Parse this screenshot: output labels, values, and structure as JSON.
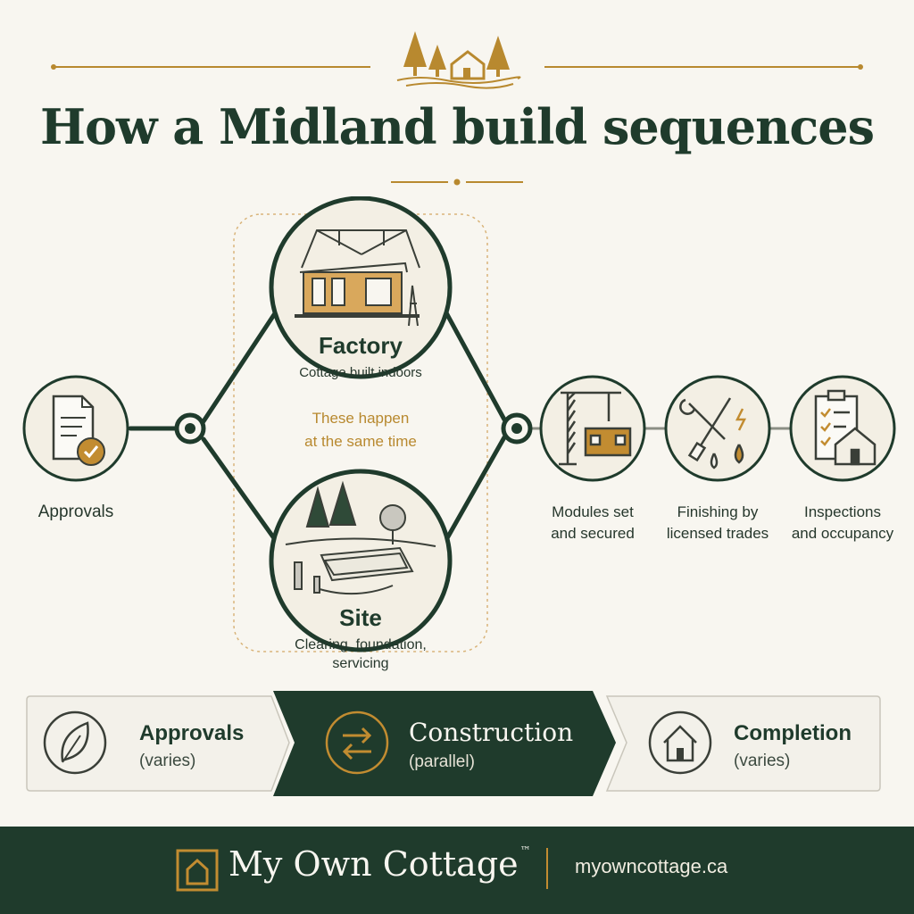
{
  "title": "How a Midland build sequences",
  "steps": {
    "approvals": "Approvals",
    "factory": {
      "title": "Factory",
      "desc": "Cottage built indoors"
    },
    "parallel_note": [
      "These happen",
      "at the same time"
    ],
    "site": {
      "title": "Site",
      "desc": [
        "Clearing, foundation,",
        "servicing"
      ]
    },
    "modules": [
      "Modules set",
      "and secured"
    ],
    "finishing": [
      "Finishing by",
      "licensed trades"
    ],
    "inspections": [
      "Inspections",
      "and occupancy"
    ]
  },
  "phases": [
    {
      "title": "Approvals",
      "sub": "(varies)",
      "icon": "leaf-icon"
    },
    {
      "title": "Construction",
      "sub": "(parallel)",
      "icon": "swap-arrows-icon"
    },
    {
      "title": "Completion",
      "sub": "(varies)",
      "icon": "house-icon"
    }
  ],
  "footer": {
    "brand": "My Own Cottage",
    "trademark": "™",
    "website": "myowncottage.ca"
  },
  "colors": {
    "green": "#1f3b2c",
    "gold": "#b8892f",
    "background": "#f8f6f0"
  }
}
